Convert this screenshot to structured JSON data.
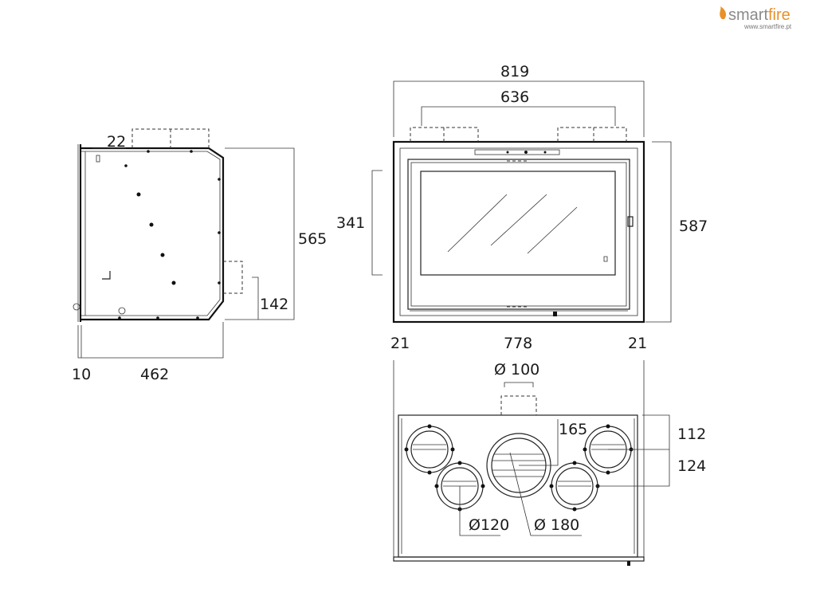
{
  "brand": {
    "name_part1": "smart",
    "name_part2": "fire",
    "url": "www.smartfire.pt",
    "color_gray": "#8a8a8a",
    "color_orange": "#e8912a"
  },
  "side_view": {
    "top_offset": "22",
    "height": "565",
    "outlet_height": "142",
    "left_offset": "10",
    "depth": "462"
  },
  "front_view": {
    "overall_width": "819",
    "outlet_span": "636",
    "glass_height": "341",
    "overall_height": "587",
    "side_left": "21",
    "inner_width": "778",
    "side_right": "21"
  },
  "top_view": {
    "top_outlet_diameter": "Ø 100",
    "offset_165": "165",
    "offset_112": "112",
    "offset_124": "124",
    "small_outlet_diameter": "Ø120",
    "main_outlet_diameter": "Ø 180"
  }
}
